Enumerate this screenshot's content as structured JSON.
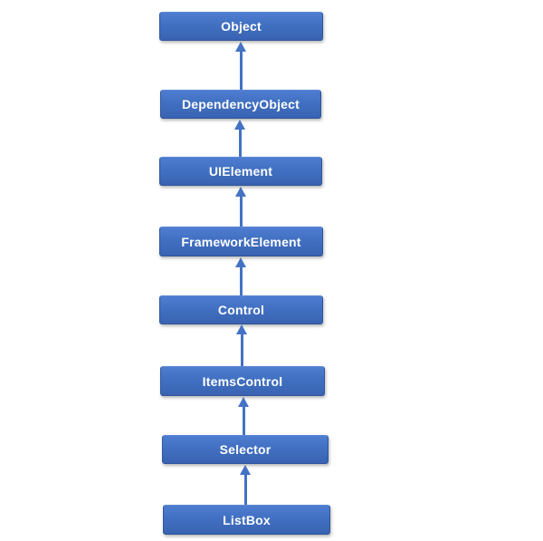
{
  "diagram": {
    "description": "WPF ListBox class inheritance hierarchy",
    "colors": {
      "background": "#ffffff",
      "node_fill_top": "#4f7dd1",
      "node_fill_bottom": "#3a63b2",
      "node_border": "#2e549b",
      "node_text": "#ffffff",
      "arrow": "#4472c4"
    },
    "nodes": [
      {
        "label": "Object"
      },
      {
        "label": "DependencyObject"
      },
      {
        "label": "UIElement"
      },
      {
        "label": "FrameworkElement"
      },
      {
        "label": "Control"
      },
      {
        "label": "ItemsControl"
      },
      {
        "label": "Selector"
      },
      {
        "label": "ListBox"
      }
    ],
    "edges": [
      {
        "from": "DependencyObject",
        "to": "Object"
      },
      {
        "from": "UIElement",
        "to": "DependencyObject"
      },
      {
        "from": "FrameworkElement",
        "to": "UIElement"
      },
      {
        "from": "Control",
        "to": "FrameworkElement"
      },
      {
        "from": "ItemsControl",
        "to": "Control"
      },
      {
        "from": "Selector",
        "to": "ItemsControl"
      },
      {
        "from": "ListBox",
        "to": "Selector"
      }
    ]
  }
}
